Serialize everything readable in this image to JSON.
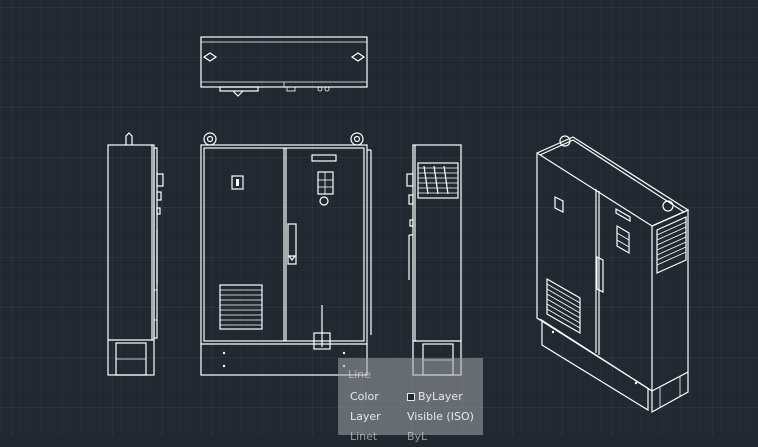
{
  "quick_properties": {
    "title": "Line",
    "rows": [
      {
        "label": "Color",
        "value": "ByLayer",
        "swatch": "#212830"
      },
      {
        "label": "Layer",
        "value": "Visible (ISO)"
      },
      {
        "label": "Linet",
        "value": "ByL"
      }
    ]
  },
  "colors": {
    "background": "#212830",
    "grid_minor": "#2b3440",
    "grid_major": "#37414e",
    "line": "#ffffff"
  }
}
